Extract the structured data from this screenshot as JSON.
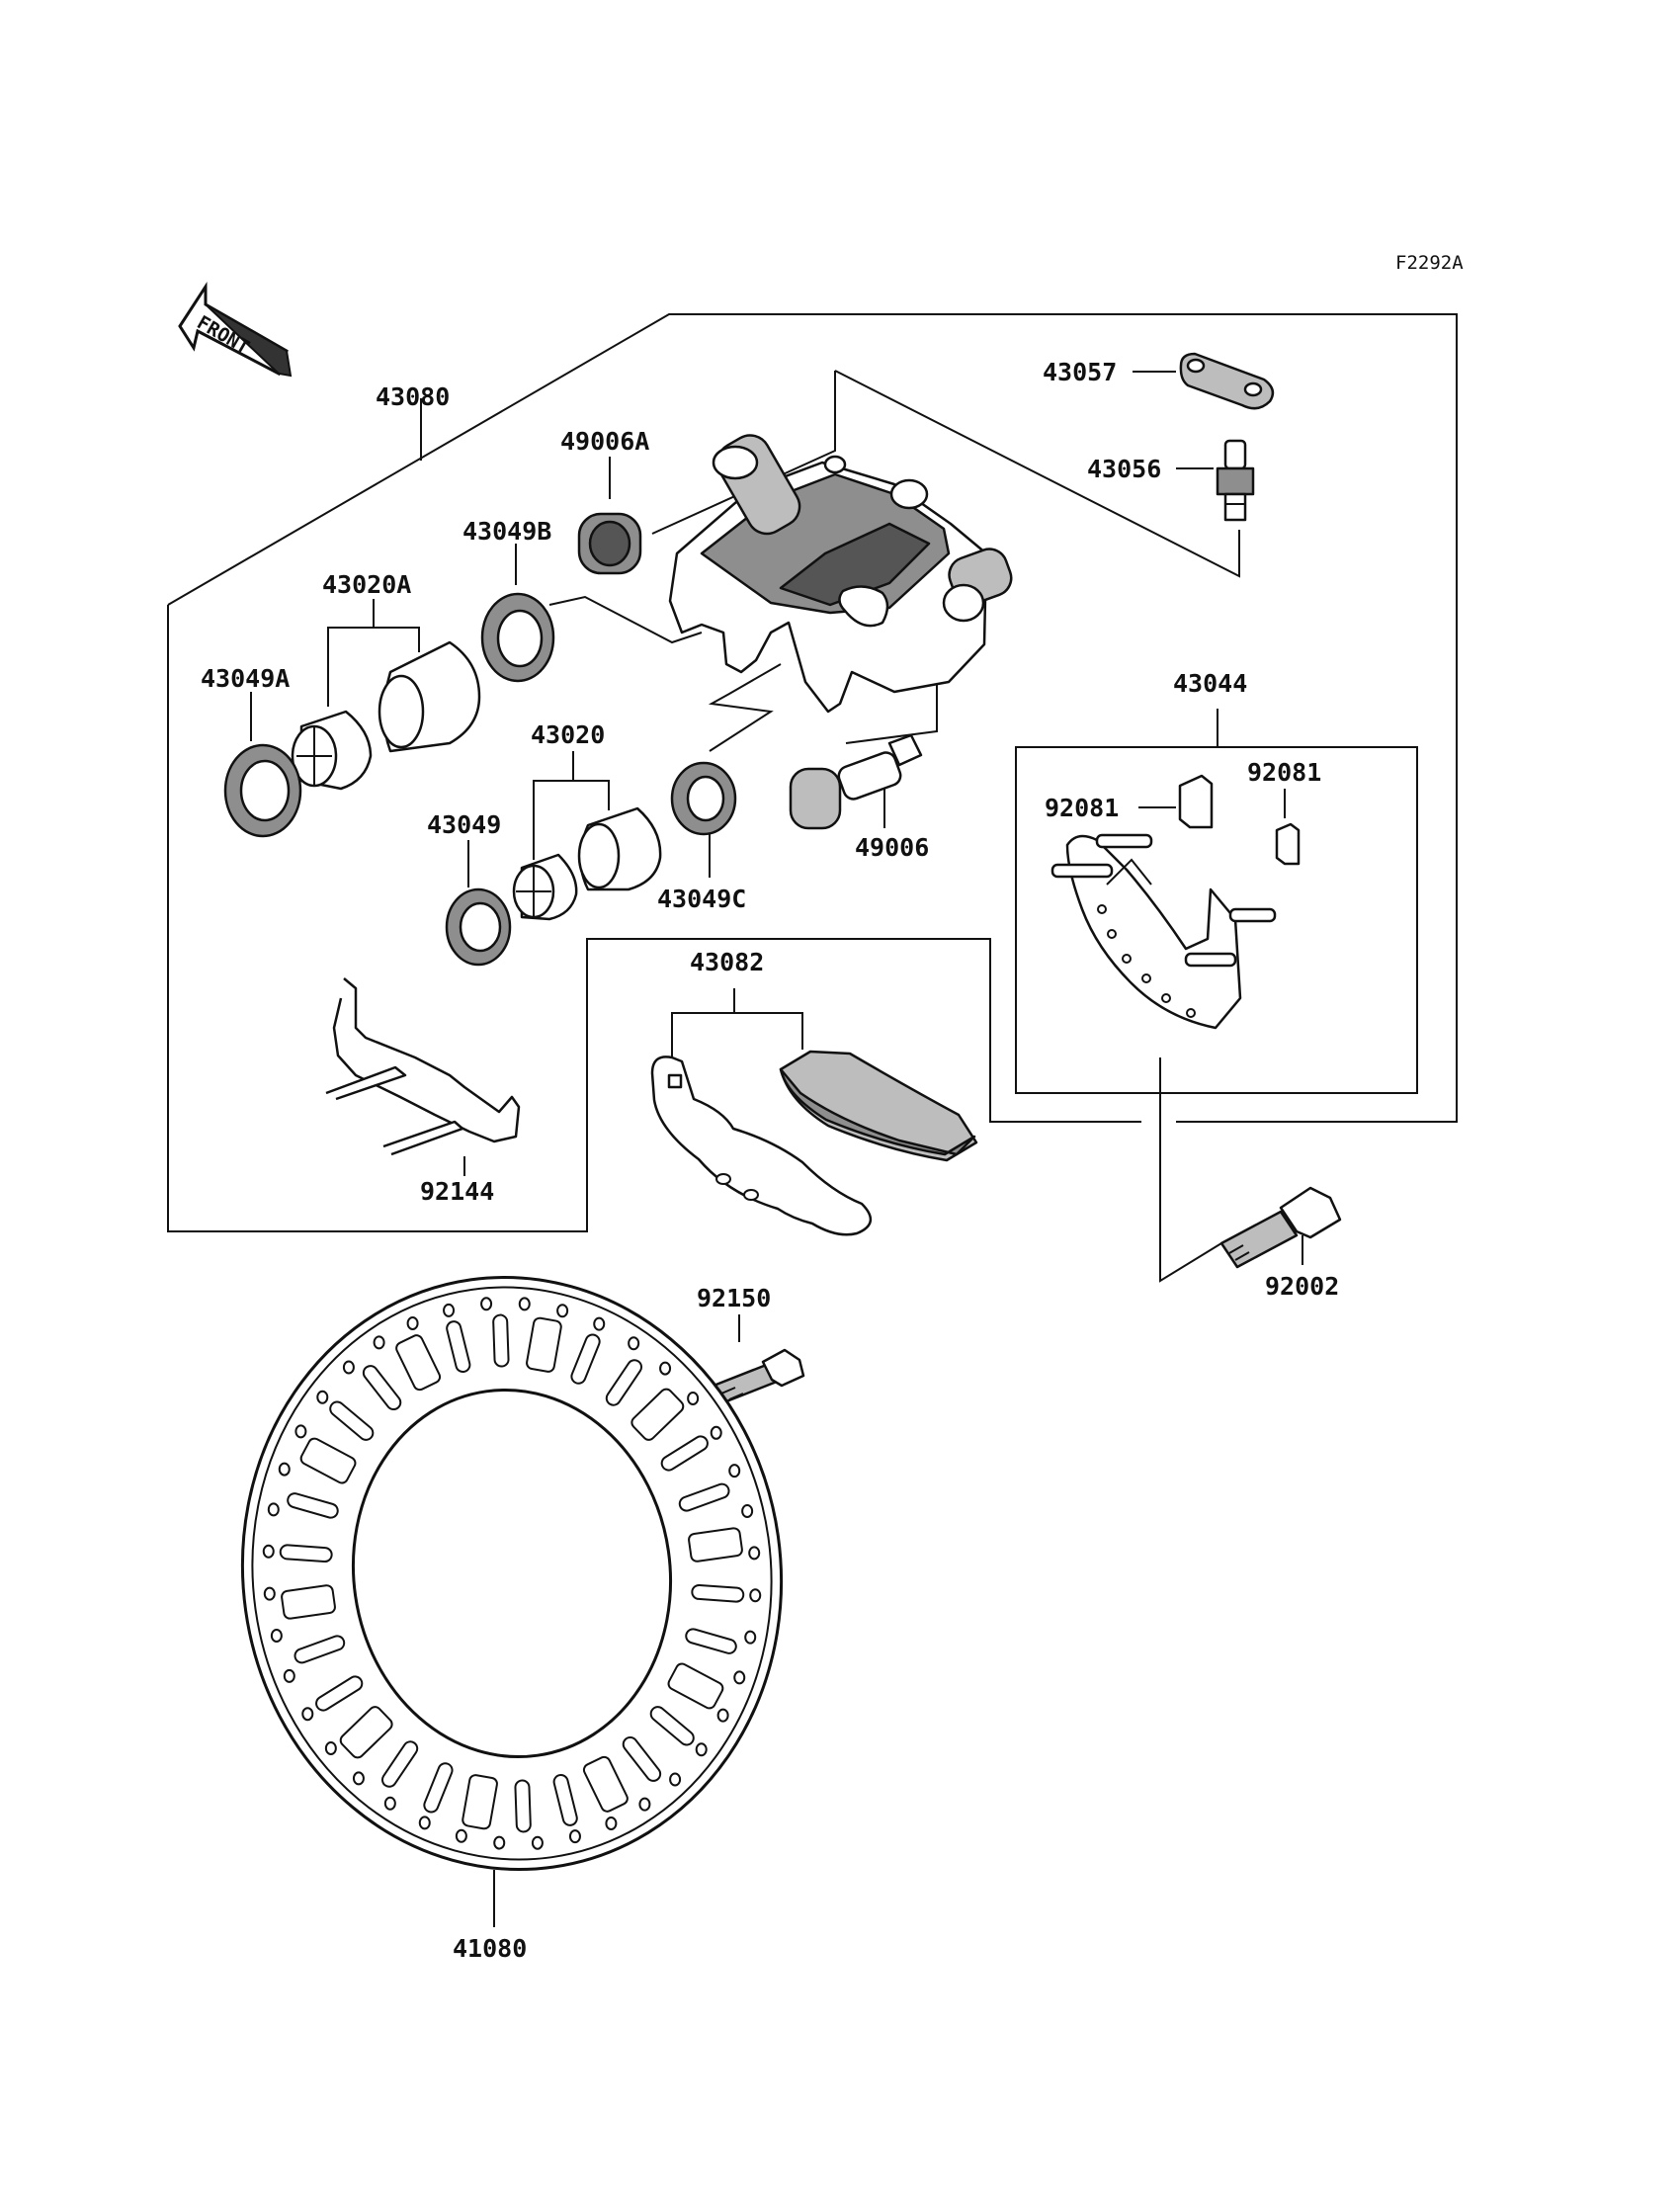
{
  "diagram_code": "F2292A",
  "front_arrow": "FRONT",
  "parts": [
    {
      "id": "43080"
    },
    {
      "id": "49006A"
    },
    {
      "id": "43049B"
    },
    {
      "id": "43020A"
    },
    {
      "id": "43049A"
    },
    {
      "id": "43020"
    },
    {
      "id": "43049"
    },
    {
      "id": "43049C"
    },
    {
      "id": "49006"
    },
    {
      "id": "43057"
    },
    {
      "id": "43056"
    },
    {
      "id": "43044"
    },
    {
      "id": "92081"
    },
    {
      "id": "92081"
    },
    {
      "id": "43082"
    },
    {
      "id": "92144"
    },
    {
      "id": "92002"
    },
    {
      "id": "92150"
    },
    {
      "id": "41080"
    }
  ]
}
